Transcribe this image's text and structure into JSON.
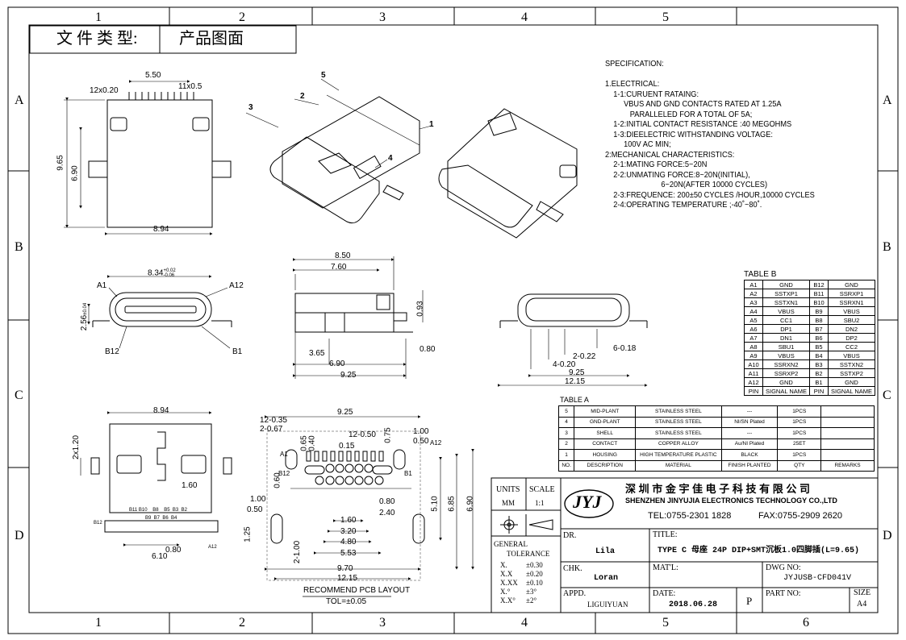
{
  "doc_type_label": "文 件 类 型:",
  "doc_type_value": "产品图面",
  "zones": {
    "cols": [
      "1",
      "2",
      "3",
      "4",
      "5",
      "6"
    ],
    "rows": [
      "A",
      "B",
      "C",
      "D"
    ]
  },
  "spec_lines": [
    "SPECIFICATION:",
    "",
    "1.ELECTRICAL:",
    "    1-1:CURUENT RATAING:",
    "         VBUS AND GND CONTACTS RATED AT 1.25A",
    "            PARALLELED FOR A TOTAL OF 5A;",
    "    1-2:INITIAL CONTACT RESISTANCE :40 MEGOHMS",
    "    1-3:DIEELECTRIC WITHSTANDING VOLTAGE:",
    "         100V AC MIN;",
    "2:MECHANICAL CHARACTERISTICS:",
    "    2-1:MATING FORCE:5~20N",
    "    2-2:UNMATING FORCE:8~20N(INITIAL),",
    "                           6~20N(AFTER 10000 CYCLES)",
    "    2-3:FREQUENCE: 200±50 CYCLES /HOUR,10000 CYCLES",
    "    2-4:OPERATING TEMPERATURE ;-40˚~80˚."
  ],
  "table_b": {
    "title": "TABLE B",
    "rows": [
      [
        "A1",
        "GND",
        "B12",
        "GND"
      ],
      [
        "A2",
        "SSTXP1",
        "B11",
        "SSRXP1"
      ],
      [
        "A3",
        "SSTXN1",
        "B10",
        "SSRXN1"
      ],
      [
        "A4",
        "VBUS",
        "B9",
        "VBUS"
      ],
      [
        "A5",
        "CC1",
        "B8",
        "SBU2"
      ],
      [
        "A6",
        "DP1",
        "B7",
        "DN2"
      ],
      [
        "A7",
        "DN1",
        "B6",
        "DP2"
      ],
      [
        "A8",
        "SBU1",
        "B5",
        "CC2"
      ],
      [
        "A9",
        "VBUS",
        "B4",
        "VBUS"
      ],
      [
        "A10",
        "SSRXN2",
        "B3",
        "SSTXN2"
      ],
      [
        "A11",
        "SSRXP2",
        "B2",
        "SSTXP2"
      ],
      [
        "A12",
        "GND",
        "B1",
        "GND"
      ]
    ],
    "header": [
      "PIN",
      "SIGNAL NAME",
      "PIN",
      "SIGNAL NAME"
    ]
  },
  "table_a": {
    "title": "TABLE A",
    "rows": [
      [
        "5",
        "MID-PLANT",
        "STAINLESS STEEL",
        "---",
        "1PCS",
        ""
      ],
      [
        "4",
        "GND-PLANT",
        "STAINLESS STEEL",
        "NI/SN Plated",
        "1PCS",
        ""
      ],
      [
        "3",
        "SHELL",
        "STAINLESS STEEL",
        "---",
        "1PCS",
        ""
      ],
      [
        "2",
        "CONTACT",
        "COPPER ALLOY",
        "Au/NI Plated",
        "25ET",
        ""
      ],
      [
        "1",
        "HOUSING",
        "HIGH TEMPERATURE PLASTIC",
        "BLACK",
        "1PCS",
        ""
      ]
    ],
    "header": [
      "NO.",
      "DESCRIPTION",
      "MATERIAL",
      "FINISH PLANTED",
      "QTY",
      "REMARKS"
    ]
  },
  "title_block": {
    "units_label": "UNITS",
    "units_value": "MM",
    "scale_label": "SCALE",
    "scale_value": "1:1",
    "logo_text": "JYJ",
    "company_cn": "深 圳 市 金 宇 佳 电 子 科 技 有 限 公 司",
    "company_en": "SHENZHEN JINYUJIA ELECTRONICS TECHNOLOGY CO.,LTD",
    "tel": "TEL:0755-2301 1828",
    "fax": "FAX:0755-2909 2620",
    "dr_label": "DR.",
    "dr_value": "Lila",
    "title_label": "TITLE:",
    "title_value": "TYPE C 母座 24P DIP+SMT沉板1.0四脚插(L=9.65)",
    "tol_title1": "GENERAL",
    "tol_title2": "TOLERANCE",
    "tol_rows": [
      [
        "X.",
        "±0.30"
      ],
      [
        "X.X",
        "±0.20"
      ],
      [
        "X.XX",
        "±0.10"
      ],
      [
        "X.°",
        "±3°"
      ],
      [
        "X.X°",
        "±2°"
      ]
    ],
    "chk_label": "CHK.",
    "chk_value": "Loran",
    "mat_label": "MAT'L:",
    "dwg_label": "DWG NO:",
    "dwg_value": "JYJUSB-CFD041V",
    "appd_label": "APPD.",
    "appd_value": "LIGUIYUAN",
    "date_label": "DATE:",
    "date_value": "2018.06.28",
    "p_label": "P",
    "part_label": "PART NO:",
    "size_label": "SIZE",
    "size_value": "A4"
  },
  "dims": {
    "top_w": "5.50",
    "top_pitch": "12x0.20",
    "top_pitch2": "11x0.5",
    "top_h1": "9.65",
    "top_h2": "6.90",
    "top_wbottom": "8.94",
    "iso_1": "1",
    "iso_2": "2",
    "iso_3": "3",
    "iso_4": "4",
    "iso_5": "5",
    "front_w": "8.34",
    "front_w_tol_up": "+0.02",
    "front_w_tol_dn": "-0.06",
    "front_h": "2.56",
    "front_h_tol": "±0.04",
    "front_a1": "A1",
    "front_a12": "A12",
    "front_b12": "B12",
    "front_b1": "B1",
    "side_850": "8.50",
    "side_760": "7.60",
    "side_093": "0.93",
    "side_365": "3.65",
    "side_080": "0.80",
    "side_690": "6.90",
    "side_925": "9.25",
    "rear_618": "6-0.18",
    "rear_222": "2-0.22",
    "rear_420": "4-0.20",
    "rear_925": "9.25",
    "rear_1215": "12.15",
    "bot_894": "8.94",
    "bot_120": "2x1.20",
    "bot_160": "1.60",
    "bot_610": "6.10",
    "bot_080": "0.80",
    "bot_pins_top": "B11 B10    B8    B5  B3  B2",
    "bot_pins_mid": "B9  B7  B6  B4",
    "bot_b12": "B12",
    "bot_a12": "A12",
    "pcb_925": "9.25",
    "pcb_1235": "12-0.35",
    "pcb_267": "2-0.67",
    "pcb_065": "0.65",
    "pcb_040": "0.40",
    "pcb_1250": "12-0.50",
    "pcb_100a": "1.00",
    "pcb_050a": "0.50",
    "pcb_075": "0.75",
    "pcb_015": "0.15",
    "pcb_a12": "A12",
    "pcb_a1": "A1",
    "pcb_b12": "B12",
    "pcb_b1": "B1",
    "pcb_060": "0.60",
    "pcb_100b": "1.00",
    "pcb_050b": "0.50",
    "pcb_125": "1.25",
    "pcb_080": "0.80",
    "pcb_240": "2.40",
    "pcb_160": "1.60",
    "pcb_320": "3.20",
    "pcb_480": "4.80",
    "pcb_553": "5.53",
    "pcb_510": "5.10",
    "pcb_685": "6.85",
    "pcb_690": "6.90",
    "pcb_2100": "2-1.00",
    "pcb_970": "9.70",
    "pcb_1215": "12.15",
    "pcb_caption": "RECOMMEND PCB LAYOUT",
    "pcb_tol": "TOL=±0.05"
  }
}
